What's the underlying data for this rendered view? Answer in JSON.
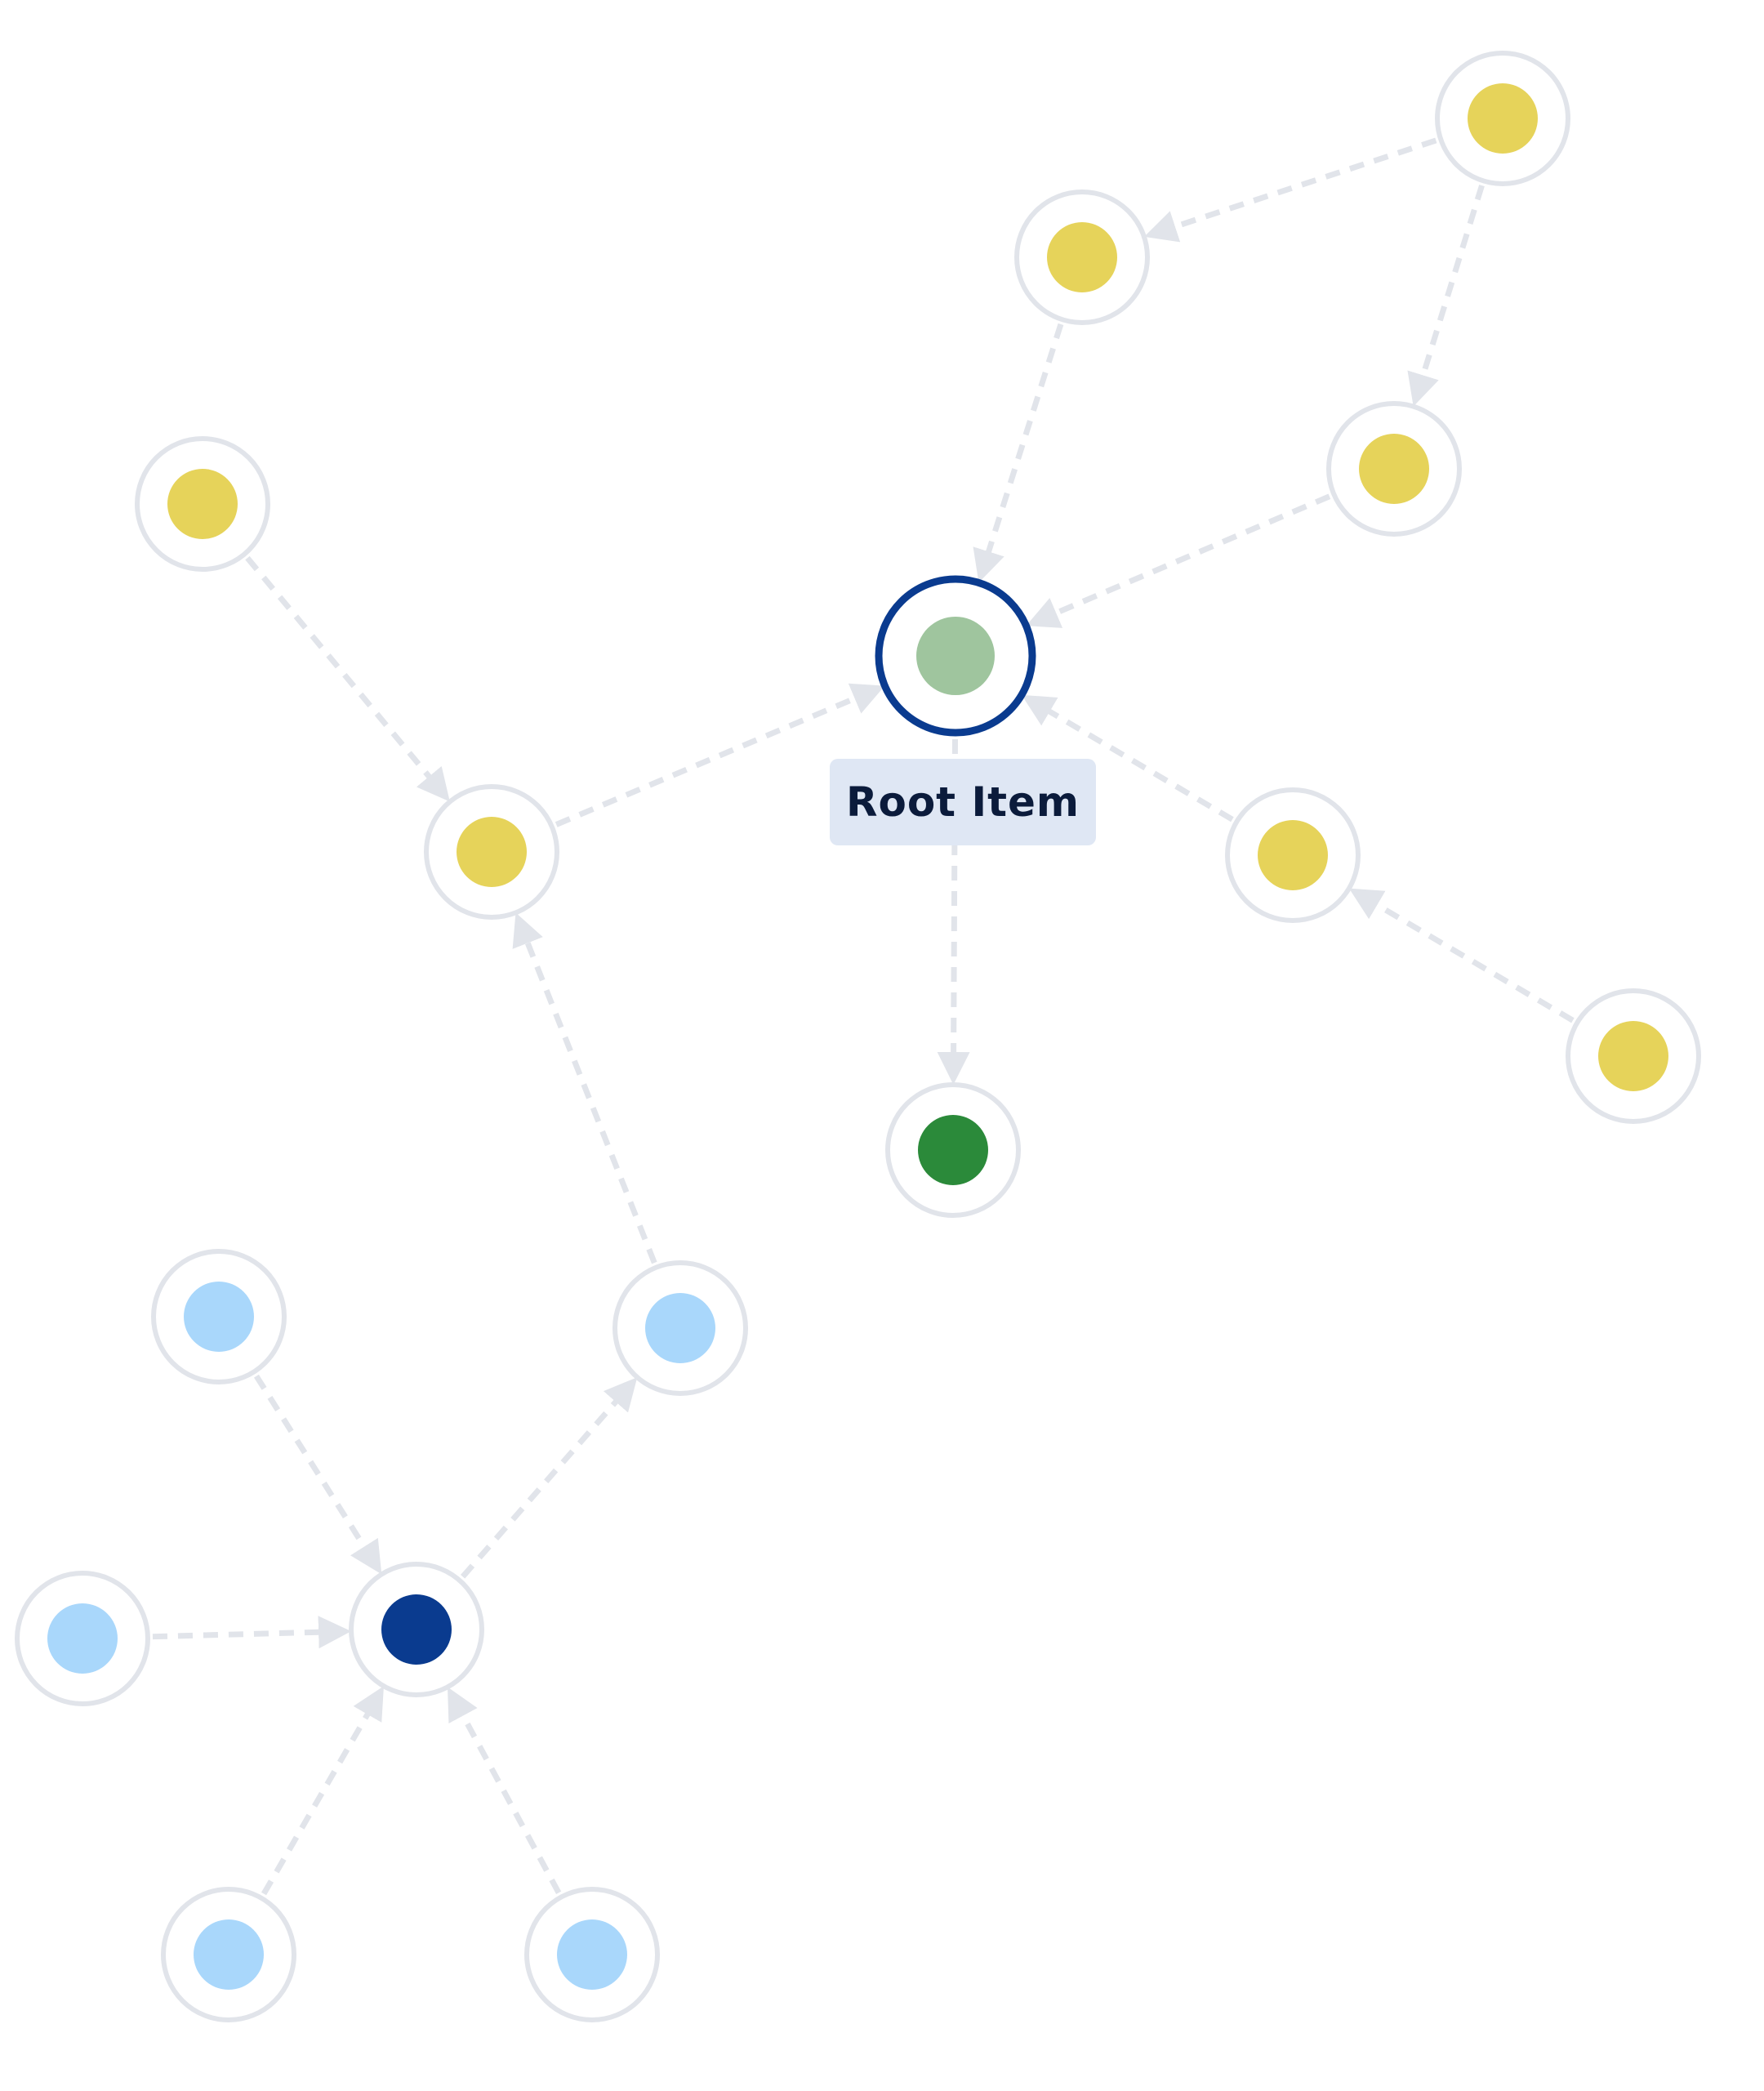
{
  "colors": {
    "background": "#ffffff",
    "ring": "#e1e4ea",
    "edge": "#e1e4ea",
    "selected_ring": "#0a3b8f",
    "label_bg": "#dfe7f4",
    "label_text": "#0b1b3b",
    "yellow": "#e6d35a",
    "light_blue": "#a9d7fb",
    "dark_blue": "#0a3b8f",
    "pale_green": "#9fc59e",
    "green": "#2b8a3a"
  },
  "root_label": "Root Item",
  "nodes": [
    {
      "id": "root",
      "color": "pale_green",
      "selected": true
    },
    {
      "id": "y-top-right",
      "color": "yellow"
    },
    {
      "id": "y-top-mid",
      "color": "yellow"
    },
    {
      "id": "y-right-upper",
      "color": "yellow"
    },
    {
      "id": "y-left-top",
      "color": "yellow"
    },
    {
      "id": "y-left-mid",
      "color": "yellow"
    },
    {
      "id": "y-right-mid",
      "color": "yellow"
    },
    {
      "id": "y-far-right",
      "color": "yellow"
    },
    {
      "id": "green-child",
      "color": "green"
    },
    {
      "id": "b-right",
      "color": "light_blue"
    },
    {
      "id": "b-top",
      "color": "light_blue"
    },
    {
      "id": "hub",
      "color": "dark_blue"
    },
    {
      "id": "b-left",
      "color": "light_blue"
    },
    {
      "id": "b-bottom-left",
      "color": "light_blue"
    },
    {
      "id": "b-bottom-right",
      "color": "light_blue"
    }
  ],
  "edges": [
    {
      "from": "y-top-right",
      "to": "y-top-mid"
    },
    {
      "from": "y-top-right",
      "to": "y-right-upper"
    },
    {
      "from": "y-top-mid",
      "to": "root"
    },
    {
      "from": "y-right-upper",
      "to": "root"
    },
    {
      "from": "y-left-top",
      "to": "y-left-mid"
    },
    {
      "from": "y-left-mid",
      "to": "root"
    },
    {
      "from": "y-right-mid",
      "to": "root"
    },
    {
      "from": "y-far-right",
      "to": "y-right-mid"
    },
    {
      "from": "root",
      "to": "green-child"
    },
    {
      "from": "b-right",
      "to": "y-left-mid"
    },
    {
      "from": "b-top",
      "to": "hub"
    },
    {
      "from": "b-left",
      "to": "hub"
    },
    {
      "from": "b-bottom-left",
      "to": "hub"
    },
    {
      "from": "b-bottom-right",
      "to": "hub"
    },
    {
      "from": "hub",
      "to": "b-right"
    }
  ]
}
